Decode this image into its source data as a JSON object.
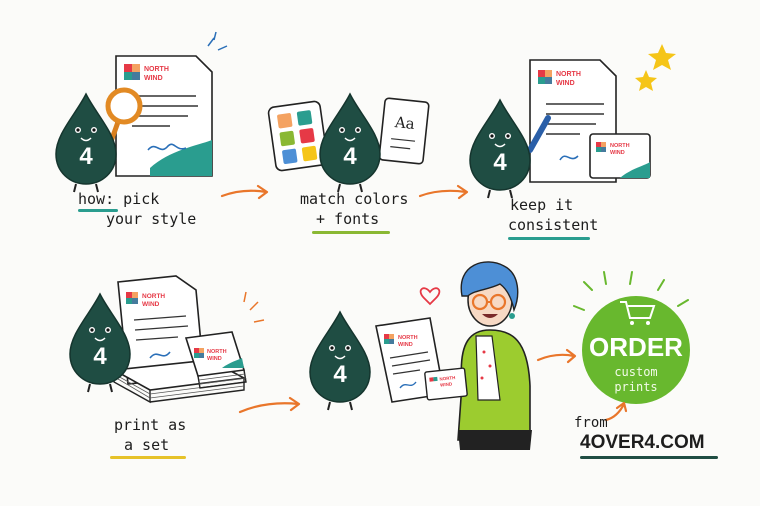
{
  "brand": {
    "logo_text_1": "NORTH",
    "logo_text_2": "WIND",
    "mascot_label": "4",
    "font_sample": "Aa"
  },
  "steps": [
    {
      "line1": "how: pick",
      "line2": "your style",
      "underline_color": "#2a9d8f"
    },
    {
      "line1": "match colors",
      "line2": "+ fonts",
      "underline_color": "#8ab833"
    },
    {
      "line1": "keep it",
      "line2": "consistent",
      "underline_color": "#2a9d8f"
    },
    {
      "line1": "print as",
      "line2": "a set",
      "underline_color": "#e6c229"
    }
  ],
  "cta": {
    "title": "ORDER",
    "line1": "custom",
    "line2": "prints",
    "from_label": "from",
    "site": "4OVER4.COM"
  },
  "colors": {
    "mascot": "#1f4d43",
    "arrow": "#e9762b",
    "cta_green": "#68b82e",
    "jacket": "#9ccc2f",
    "hair": "#4d8fd6",
    "teal": "#2a9d8f",
    "star": "#f5c518"
  }
}
